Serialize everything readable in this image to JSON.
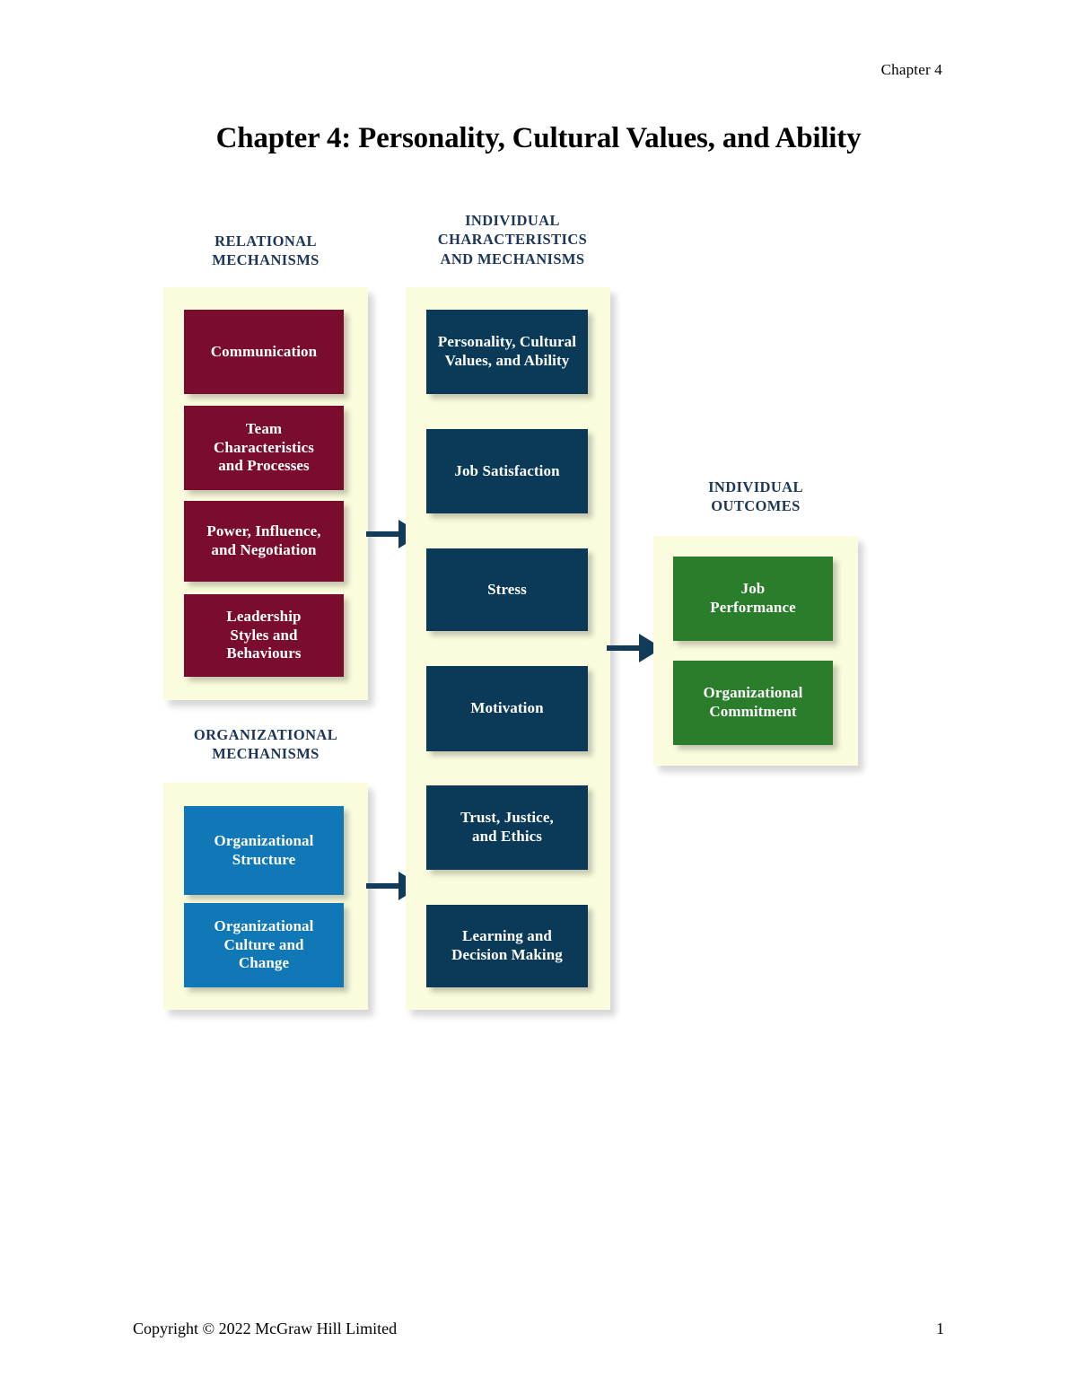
{
  "header": {
    "running_head": "Chapter 4"
  },
  "title": "Chapter 4: Personality, Cultural Values, and Ability",
  "footer": {
    "copyright": "Copyright © 2022 McGraw Hill Limited",
    "page_number": "1"
  },
  "diagram": {
    "columns": {
      "relational": {
        "heading": "RELATIONAL\nMECHANISMS",
        "color": "#7a0d2e",
        "nodes": [
          {
            "label": "Communication"
          },
          {
            "label": "Team\nCharacteristics\nand Processes"
          },
          {
            "label": "Power, Influence,\nand Negotiation"
          },
          {
            "label": "Leadership\nStyles and\nBehaviours"
          }
        ]
      },
      "organizational": {
        "heading": "ORGANIZATIONAL\nMECHANISMS",
        "color": "#1178b8",
        "nodes": [
          {
            "label": "Organizational\nStructure"
          },
          {
            "label": "Organizational\nCulture and\nChange"
          }
        ]
      },
      "individual_characteristics": {
        "heading": "INDIVIDUAL\nCHARACTERISTICS\nAND MECHANISMS",
        "color": "#0a3a57",
        "nodes": [
          {
            "label": "Personality, Cultural\nValues, and Ability"
          },
          {
            "label": "Job Satisfaction"
          },
          {
            "label": "Stress"
          },
          {
            "label": "Motivation"
          },
          {
            "label": "Trust, Justice,\nand Ethics"
          },
          {
            "label": "Learning and\nDecision Making"
          }
        ]
      },
      "individual_outcomes": {
        "heading": "INDIVIDUAL\nOUTCOMES",
        "color": "#2a7d2a",
        "nodes": [
          {
            "label": "Job\nPerformance"
          },
          {
            "label": "Organizational\nCommitment"
          }
        ]
      }
    },
    "arrow_color": "#123b5a"
  }
}
